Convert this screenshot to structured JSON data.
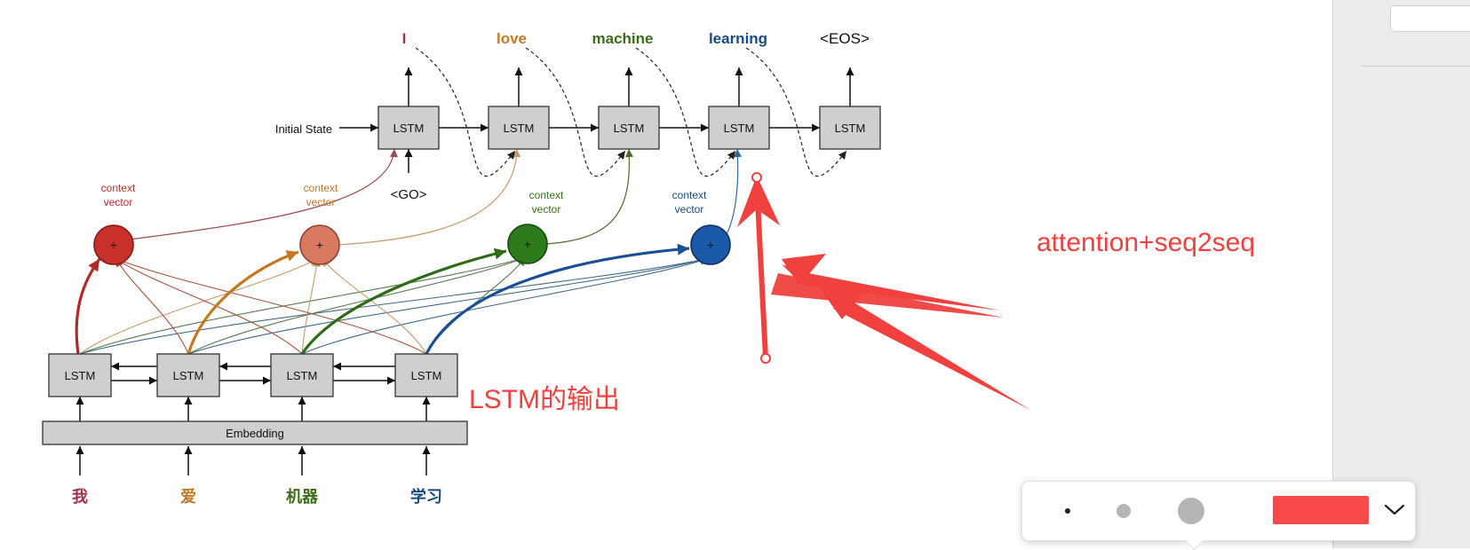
{
  "diagram": {
    "output_words": [
      {
        "text": "I",
        "color": "#a0304a"
      },
      {
        "text": "love",
        "color": "#c07a2a"
      },
      {
        "text": "machine",
        "color": "#3c6e1a"
      },
      {
        "text": "learning",
        "color": "#1a4a80"
      },
      {
        "text": "<EOS>",
        "color": "#111111"
      }
    ],
    "decoder_label": "LSTM",
    "encoder_label": "LSTM",
    "initial_state": "Initial State",
    "go_token": "<GO>",
    "embedding_label": "Embedding",
    "context_label": [
      "context",
      "vector"
    ],
    "context_nodes": [
      {
        "color": "#c8302a",
        "stroke": "#8a1a16",
        "label_color": "#b03030"
      },
      {
        "color": "#d77a60",
        "stroke": "#8a4530",
        "label_color": "#c07a2a"
      },
      {
        "color": "#2d7a1a",
        "stroke": "#1a4a0e",
        "label_color": "#3c6e1a"
      },
      {
        "color": "#1a5aa8",
        "stroke": "#0d3060",
        "label_color": "#1a4a80"
      }
    ],
    "inputs": [
      {
        "text": "我",
        "color": "#a0304a"
      },
      {
        "text": "爱",
        "color": "#c07a2a"
      },
      {
        "text": "机器",
        "color": "#3c6e1a"
      },
      {
        "text": "学习",
        "color": "#1a4a80"
      }
    ],
    "annotation_attention": "attention+seq2seq",
    "annotation_lstm_output": "LSTM的输出",
    "annotation_color": "#f0413e"
  },
  "toolbar": {
    "selected_color": "#f94a4a"
  }
}
